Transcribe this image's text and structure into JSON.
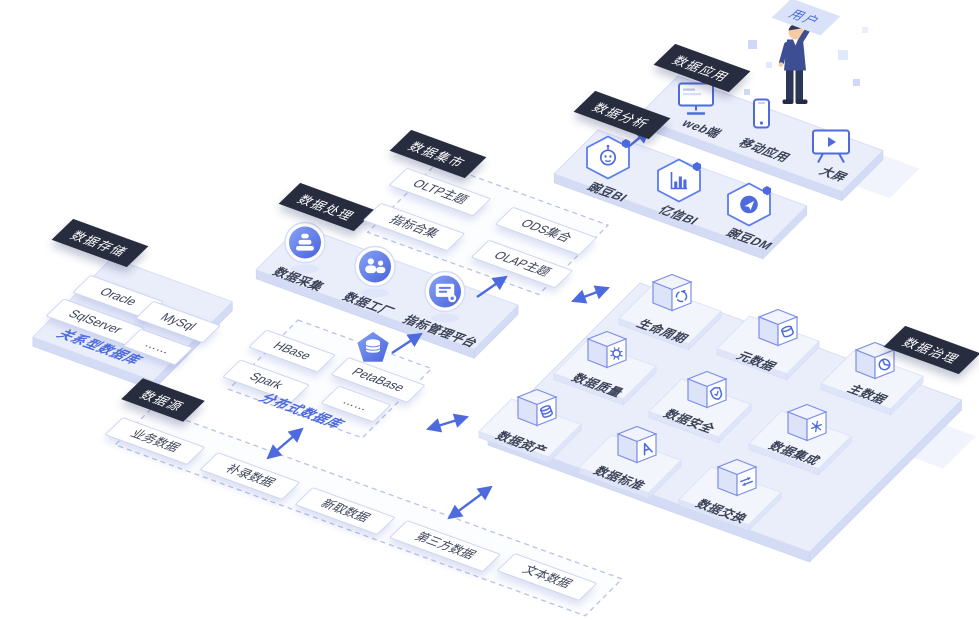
{
  "palette": {
    "accent": "#4d6bdf",
    "dark_label_bg": "#272c3f",
    "platform_top": "#eaeefb",
    "tile_border": "#ccd5f1",
    "blue_label": "#4b69dd"
  },
  "sections": {
    "user": {
      "title": "用户",
      "figure_icon": "user-figure"
    },
    "application": {
      "title": "数据应用",
      "items": [
        {
          "label": "web端",
          "icon": "monitor-icon"
        },
        {
          "label": "移动应用",
          "icon": "smartphone-icon"
        },
        {
          "label": "大屏",
          "icon": "bigscreen-icon"
        }
      ]
    },
    "analysis": {
      "title": "数据分析",
      "items": [
        {
          "label": "豌豆BI",
          "icon": "ai-hexagon-icon"
        },
        {
          "label": "亿信BI",
          "icon": "barchart-hexagon-icon"
        },
        {
          "label": "豌豆DM",
          "icon": "send-hexagon-icon"
        }
      ]
    },
    "mart": {
      "title": "数据集市",
      "items": [
        "OLTP主题",
        "指标合集",
        "ODS集合",
        "OLAP主题"
      ]
    },
    "processing": {
      "title": "数据处理",
      "items": [
        {
          "label": "数据采集",
          "icon": "collect-sphere-icon"
        },
        {
          "label": "数据工厂",
          "icon": "factory-sphere-icon"
        },
        {
          "label": "指标管理平台",
          "icon": "dashboard-sphere-icon"
        }
      ]
    },
    "storage": {
      "title": "数据存储",
      "relational_label": "关系型数据库",
      "relational_items": [
        "Oracle",
        "SqlServer",
        "MySql",
        "……"
      ],
      "distributed_label": "分布式数据库",
      "distributed_items": [
        "HBase",
        "Spark",
        "PetaBase",
        "……"
      ],
      "petabase_icon": "petabase-pentagon-icon"
    },
    "source": {
      "title": "数据源",
      "items": [
        "业务数据",
        "补录数据",
        "新取数据",
        "第三方数据",
        "文本数据"
      ]
    },
    "governance": {
      "title": "数据治理",
      "items": [
        {
          "label": "生命周期",
          "icon": "lifecycle-cube-icon"
        },
        {
          "label": "元数据",
          "icon": "metadata-cube-icon"
        },
        {
          "label": "数据质量",
          "icon": "quality-cube-icon"
        },
        {
          "label": "主数据",
          "icon": "master-data-cube-icon"
        },
        {
          "label": "数据安全",
          "icon": "security-cube-icon"
        },
        {
          "label": "数据资产",
          "icon": "assets-cube-icon"
        },
        {
          "label": "数据集成",
          "icon": "integration-cube-icon"
        },
        {
          "label": "数据标准",
          "icon": "standard-cube-icon"
        },
        {
          "label": "数据交换",
          "icon": "exchange-cube-icon"
        }
      ]
    }
  }
}
